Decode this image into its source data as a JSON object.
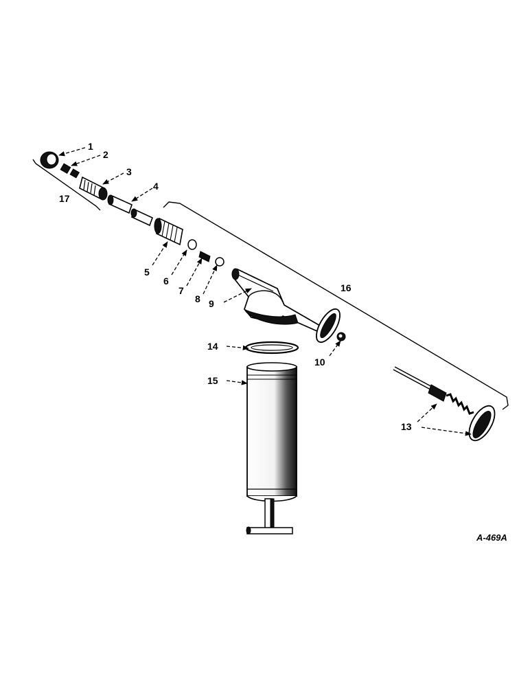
{
  "figure_code": "A-469A",
  "callouts": [
    {
      "id": "1",
      "text": "1"
    },
    {
      "id": "2",
      "text": "2"
    },
    {
      "id": "3",
      "text": "3"
    },
    {
      "id": "4",
      "text": "4"
    },
    {
      "id": "5",
      "text": "5"
    },
    {
      "id": "6",
      "text": "6"
    },
    {
      "id": "7",
      "text": "7"
    },
    {
      "id": "8",
      "text": "8"
    },
    {
      "id": "9",
      "text": "9"
    },
    {
      "id": "10",
      "text": "10"
    },
    {
      "id": "13",
      "text": "13"
    },
    {
      "id": "14",
      "text": "14"
    },
    {
      "id": "15",
      "text": "15"
    },
    {
      "id": "16",
      "text": "16"
    },
    {
      "id": "17",
      "text": "17"
    }
  ]
}
